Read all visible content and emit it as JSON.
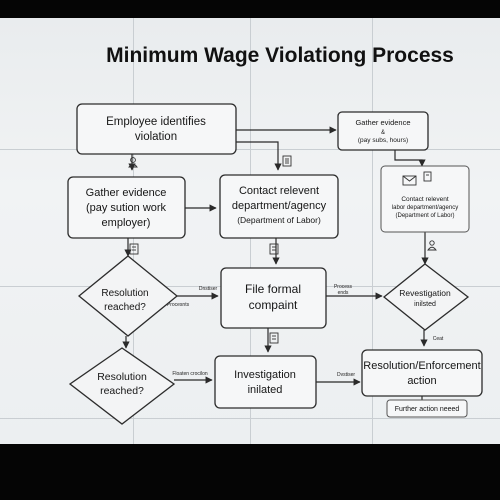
{
  "title": "Minimum Wage Violationg Process",
  "nodes": {
    "identify": [
      "Employee identifies",
      "violation"
    ],
    "gather_top": [
      "Gather evidence",
      "&",
      "(pay subs, hours)"
    ],
    "gather_left": [
      "Gather evidence",
      "(pay sution work",
      "employer)"
    ],
    "contact": [
      "Contact relevent",
      "department/agency",
      "(Department of Labor)"
    ],
    "contact_small": [
      "Contact relevent",
      "labor department/agency",
      "(Department of Labor)"
    ],
    "resolution1": [
      "Resolution",
      "reached?"
    ],
    "file": [
      "File formal",
      "compaint"
    ],
    "revestigation": [
      "Revestigation",
      "inilsted"
    ],
    "resolution2": [
      "Resolution",
      "reached?"
    ],
    "investigation": [
      "Investigation",
      "inilated"
    ],
    "enforcement": [
      "Resolution/Enforcement",
      "action"
    ],
    "further": [
      "Further action neeed"
    ]
  },
  "edge_labels": {
    "dnstiser": "Dnstiser",
    "proceeds": "Procesnts",
    "process_ends": [
      "Process",
      "ends"
    ],
    "floaten": "Floaten crocilon",
    "dvstiser": "Dvstiser",
    "ceat": "Ceat"
  },
  "icons": [
    "person-icon",
    "document-icon",
    "document-icon",
    "envelope-icon",
    "document-icon",
    "person-icon",
    "document-icon",
    "document-icon"
  ]
}
